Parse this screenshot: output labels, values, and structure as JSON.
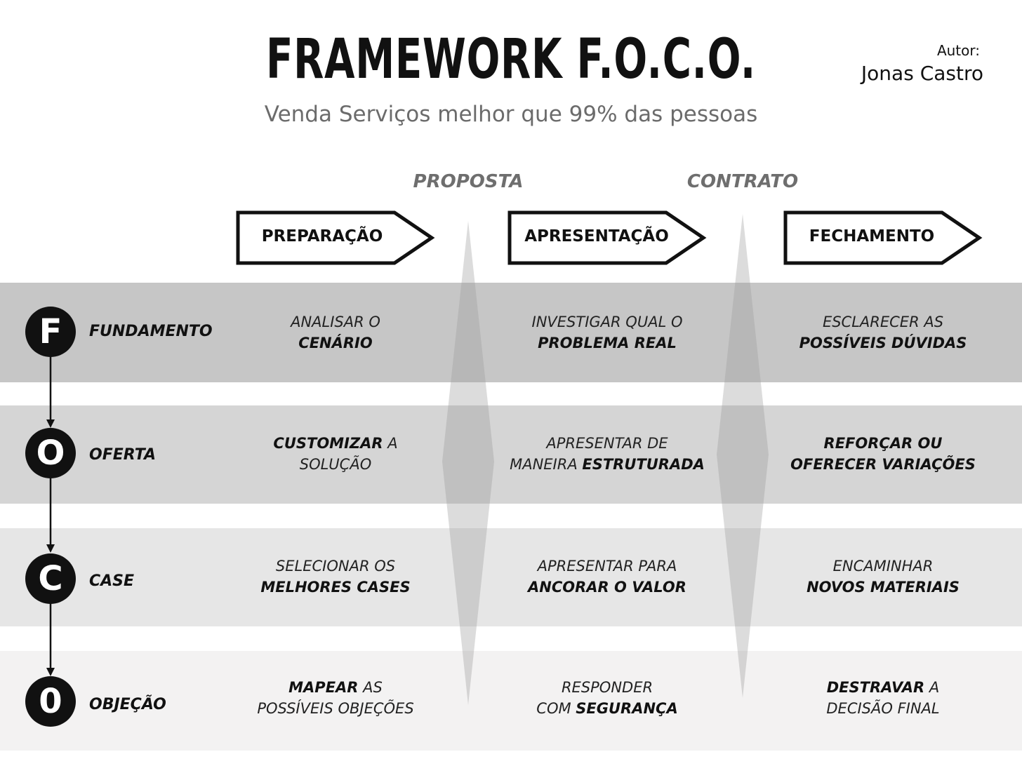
{
  "header": {
    "title": "FRAMEWORK F.O.C.O.",
    "subtitle": "Venda Serviços melhor que 99% das pessoas",
    "author_label": "Autor:",
    "author_name": "Jonas Castro"
  },
  "phase_labels": [
    "PROPOSTA",
    "CONTRATO"
  ],
  "stages": [
    "PREPARAÇÃO",
    "APRESENTAÇÃO",
    "FECHAMENTO"
  ],
  "rows": [
    {
      "letter": "F",
      "label": "FUNDAMENTO",
      "band_color": "#c6c6c6",
      "cells": [
        [
          {
            "t": "ANALISAR O",
            "b": false
          },
          {
            "t": "CENÁRIO",
            "b": true
          }
        ],
        [
          {
            "t": "INVESTIGAR QUAL O",
            "b": false
          },
          {
            "t": "PROBLEMA REAL",
            "b": true
          }
        ],
        [
          {
            "t": "ESCLARECER AS",
            "b": false
          },
          {
            "t": "POSSÍVEIS DÚVIDAS",
            "b": true
          }
        ]
      ]
    },
    {
      "letter": "O",
      "label": "OFERTA",
      "band_color": "#d5d5d5",
      "cells": [
        [
          {
            "t": "CUSTOMIZAR",
            "b": true
          },
          {
            "t": " A",
            "b": false,
            "inline": true
          },
          {
            "t": "SOLUÇÃO",
            "b": false
          }
        ],
        [
          {
            "t": "APRESENTAR DE",
            "b": false
          },
          {
            "t": "MANEIRA ",
            "b": false
          },
          {
            "t": "ESTRUTURADA",
            "b": true,
            "inline": true
          }
        ],
        [
          {
            "t": "REFORÇAR OU",
            "b": true
          },
          {
            "t": "OFERECER VARIAÇÕES",
            "b": true
          }
        ]
      ]
    },
    {
      "letter": "C",
      "label": "CASE",
      "band_color": "#e6e6e6",
      "cells": [
        [
          {
            "t": "SELECIONAR OS",
            "b": false
          },
          {
            "t": "MELHORES CASES",
            "b": true
          }
        ],
        [
          {
            "t": "APRESENTAR PARA",
            "b": false
          },
          {
            "t": "ANCORAR O VALOR",
            "b": true
          }
        ],
        [
          {
            "t": "ENCAMINHAR",
            "b": false
          },
          {
            "t": "NOVOS MATERIAIS",
            "b": true
          }
        ]
      ]
    },
    {
      "letter": "0",
      "label": "OBJEÇÃO",
      "band_color": "#f3f2f2",
      "cells": [
        [
          {
            "t": "MAPEAR",
            "b": true
          },
          {
            "t": " AS",
            "b": false,
            "inline": true
          },
          {
            "t": "POSSÍVEIS OBJEÇÕES",
            "b": false
          }
        ],
        [
          {
            "t": "RESPONDER",
            "b": false
          },
          {
            "t": "COM ",
            "b": false
          },
          {
            "t": "SEGURANÇA",
            "b": true,
            "inline": true
          }
        ],
        [
          {
            "t": "DESTRAVAR",
            "b": true
          },
          {
            "t": " A",
            "b": false,
            "inline": true
          },
          {
            "t": "DECISÃO FINAL",
            "b": false
          }
        ]
      ]
    }
  ]
}
